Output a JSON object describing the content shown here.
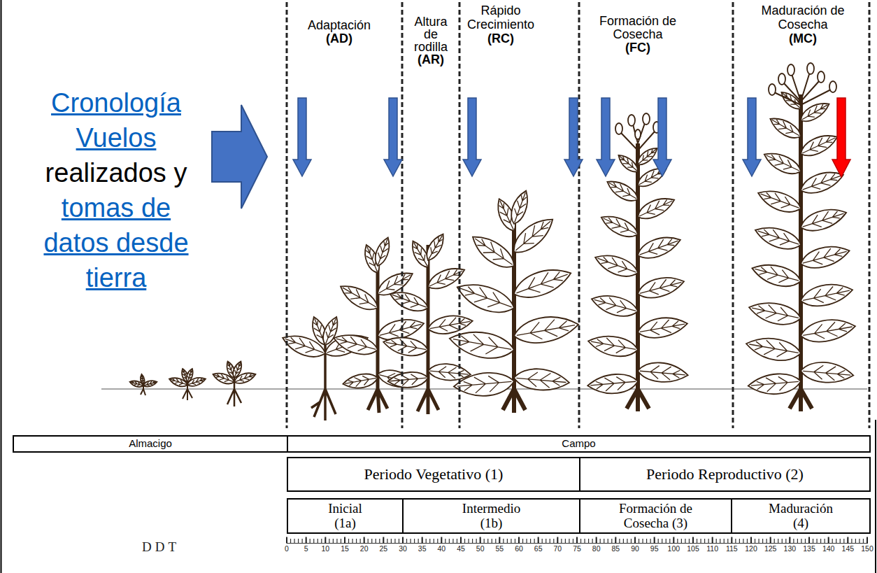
{
  "diagram": {
    "nodes": [
      {
        "text": [
          "Almacigo"
        ]
      },
      {
        "text": [
          "Campo"
        ]
      },
      {
        "text": [
          "Periodo Vegetativo (1)"
        ]
      },
      {
        "text": [
          "Periodo Reproductivo (2)"
        ]
      },
      {
        "text": [
          "Inicial (1a)"
        ]
      },
      {
        "text": [
          "Intermedio (1b)"
        ]
      },
      {
        "text": [
          "Formación de Cosecha (3)"
        ]
      },
      {
        "text": [
          "Maduración (4)"
        ]
      }
    ],
    "labels": [
      "Cronología Vuelos",
      "realizados y",
      "tomas de datos desde tierra",
      "Adaptación",
      "(AD)",
      "Altura de rodilla",
      "(AR)",
      "Rápido Crecimiento",
      "(RC)",
      "Formación de Cosecha",
      "(FC)",
      "Maduración de Cosecha",
      "(MC)",
      "DDT",
      "0",
      "5",
      "10",
      "15",
      "20",
      "25",
      "30",
      "35",
      "40",
      "45",
      "50",
      "55",
      "60",
      "65",
      "70",
      "75",
      "80",
      "85",
      "90",
      "95",
      "100",
      "105",
      "110",
      "115",
      "120",
      "125",
      "130",
      "135",
      "140",
      "145",
      "150"
    ]
  }
}
